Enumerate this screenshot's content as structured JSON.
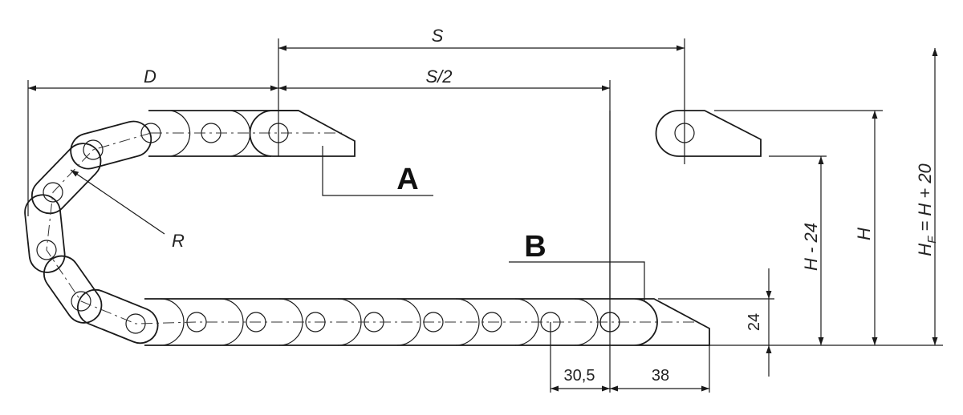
{
  "labels": {
    "S": "S",
    "S_half": "S/2",
    "D": "D",
    "R": "R",
    "A": "A",
    "B": "B",
    "H_minus_24": "H - 24",
    "H": "H",
    "HF_prefix": "H",
    "HF_sub": "F",
    "HF_rest": " = H + 20",
    "dim_24": "24",
    "dim_30_5": "30,5",
    "dim_38": "38"
  },
  "colors": {
    "line": "#1a1a1a",
    "bracket_fill": "#d3d3d3",
    "background": "#ffffff"
  }
}
